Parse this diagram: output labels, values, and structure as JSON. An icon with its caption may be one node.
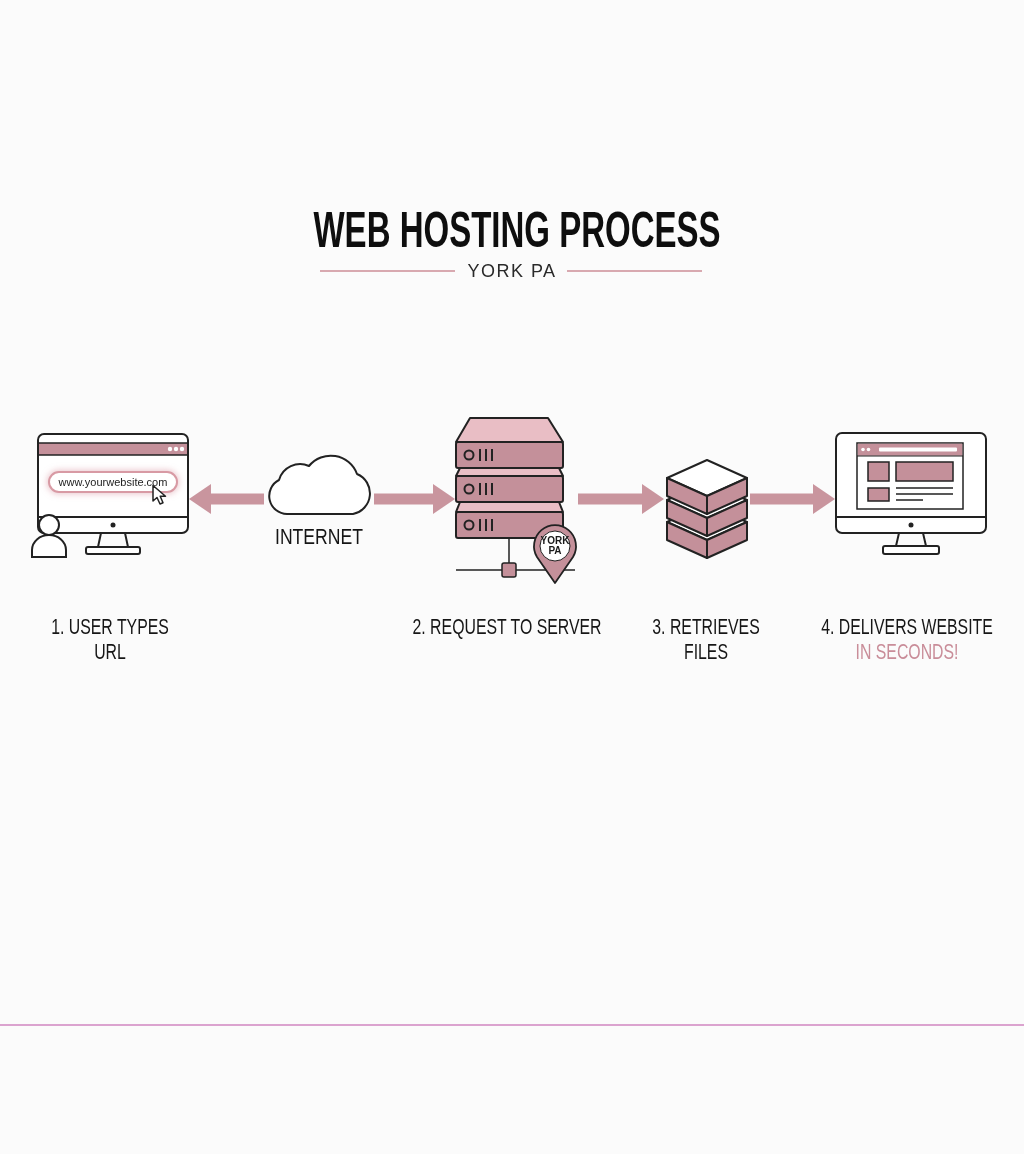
{
  "diagram": {
    "title": "WEB HOSTING PROCESS",
    "nodes": [
      {
        "text": [
          "www.yourwebsite.com"
        ],
        "beside": [
          "1. USER TYPES URL"
        ]
      },
      {
        "text": [
          "INTERNET"
        ]
      },
      {
        "text": [
          "YORK PA"
        ],
        "beside": [
          "2. REQUEST TO SERVER"
        ]
      },
      {
        "text": [],
        "shape": "picture",
        "beside": [
          "3. RETRIEVES FILES"
        ]
      },
      {
        "text": [],
        "shape": "picture",
        "beside": [
          "4. DELIVERS WEBSITE",
          "IN SECONDS!"
        ]
      }
    ],
    "edges": [
      {
        "from": 1,
        "to": 0,
        "arrow": "to"
      },
      {
        "from": 1,
        "to": 2,
        "arrow": "to"
      },
      {
        "from": 2,
        "to": 3,
        "arrow": "to"
      },
      {
        "from": 3,
        "to": 4,
        "arrow": "to"
      }
    ],
    "labels": [
      "YORK PA"
    ]
  }
}
